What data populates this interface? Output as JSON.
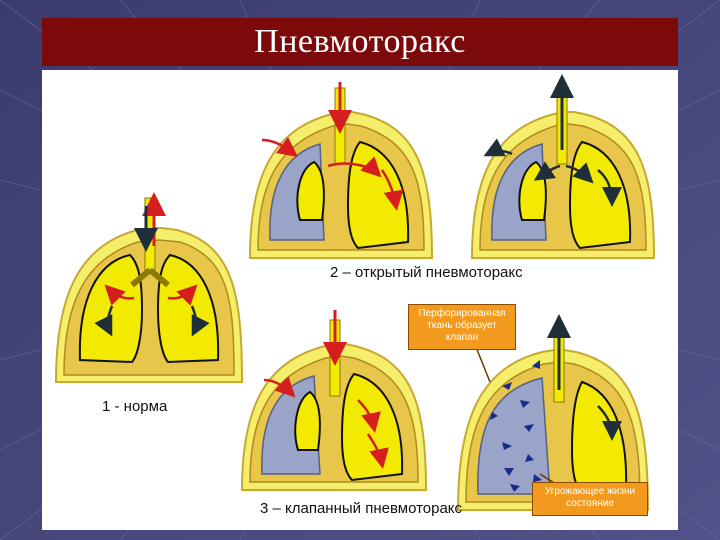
{
  "slide": {
    "title": "Пневмоторакс"
  },
  "labels": {
    "norm": "1 - норма",
    "open": "2 – открытый пневмоторакс",
    "valve": "3 – клапанный пневмоторакс",
    "perforated_note": "Перфорированная ткань образует клапан",
    "threat_note": "Угрожающее жизни состояние"
  },
  "colors": {
    "title_bar": "#7d0a0a",
    "background": "#44447a",
    "lung_fill": "#f2ea00",
    "collapsed_lung_fill": "#9aa3c8",
    "arrow_red": "#d61e1e",
    "arrow_dark": "#1f2f3a",
    "note_fill": "#f29a1e"
  }
}
